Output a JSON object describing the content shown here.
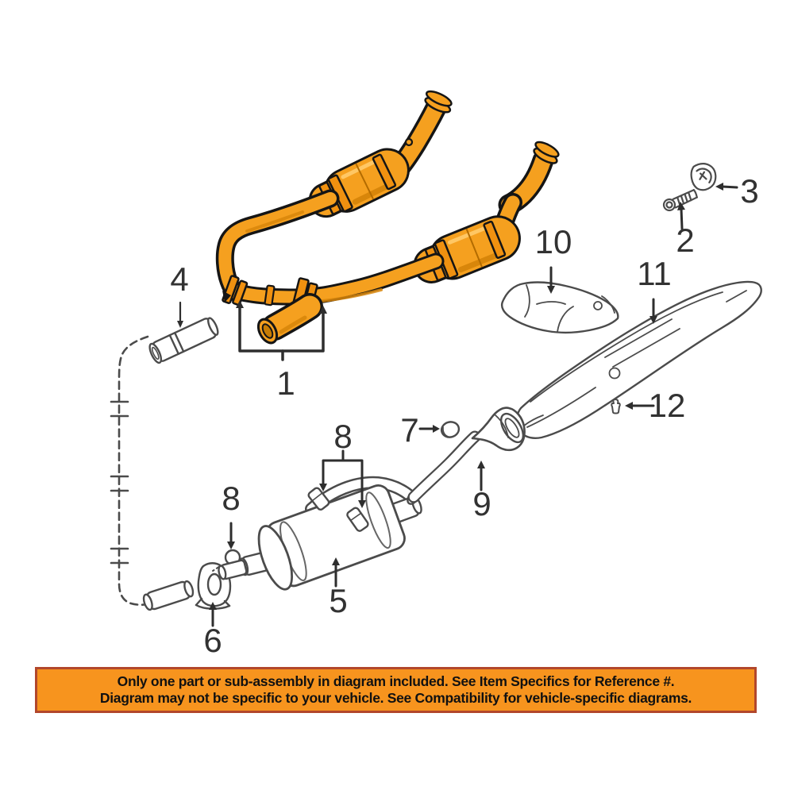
{
  "page": {
    "background": "#ffffff"
  },
  "diagram": {
    "highlight_color": "#F5A01F",
    "highlight_shade": "#D8860A",
    "line_color": "#4B4B4B",
    "callout_color": "#323232",
    "callouts": [
      {
        "label": "1"
      },
      {
        "label": "2"
      },
      {
        "label": "3"
      },
      {
        "label": "4"
      },
      {
        "label": "5"
      },
      {
        "label": "6"
      },
      {
        "label": "7"
      },
      {
        "label": "8"
      },
      {
        "label": "8"
      },
      {
        "label": "9"
      },
      {
        "label": "10"
      },
      {
        "label": "11"
      },
      {
        "label": "12"
      }
    ]
  },
  "banner": {
    "line1": "Only one part or sub-assembly in diagram included. See Item Specifics for Reference #.",
    "line2": "Diagram may not be specific to your vehicle. See Compatibility for vehicle-specific diagrams.",
    "bg_color": "#F7941E",
    "border_color": "#B2472C",
    "text_color": "#111111"
  }
}
